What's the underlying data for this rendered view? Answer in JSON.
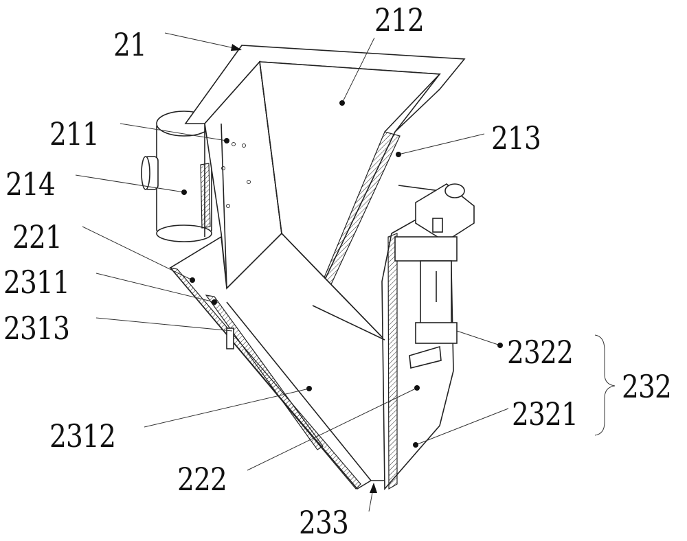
{
  "figure": {
    "labels": {
      "l21": "21",
      "l212": "212",
      "l211": "211",
      "l213": "213",
      "l214": "214",
      "l221": "221",
      "l2311": "2311",
      "l2313": "2313",
      "l2322": "2322",
      "l232": "232",
      "l2321": "2321",
      "l2312": "2312",
      "l222": "222",
      "l233": "233"
    }
  }
}
